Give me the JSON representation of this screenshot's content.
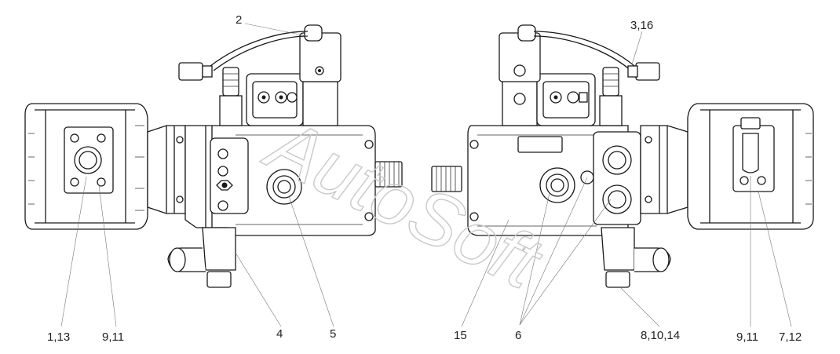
{
  "watermark": "AutoSoft",
  "callouts": {
    "left_1_13": "1,13",
    "left_9_11": "9,11",
    "top_2": "2",
    "left_4": "4",
    "left_5": "5",
    "right_15": "15",
    "right_6": "6",
    "top_3_16": "3,16",
    "right_8_10_14": "8,10,14",
    "right_9_11": "9,11",
    "right_7_12": "7,12"
  }
}
